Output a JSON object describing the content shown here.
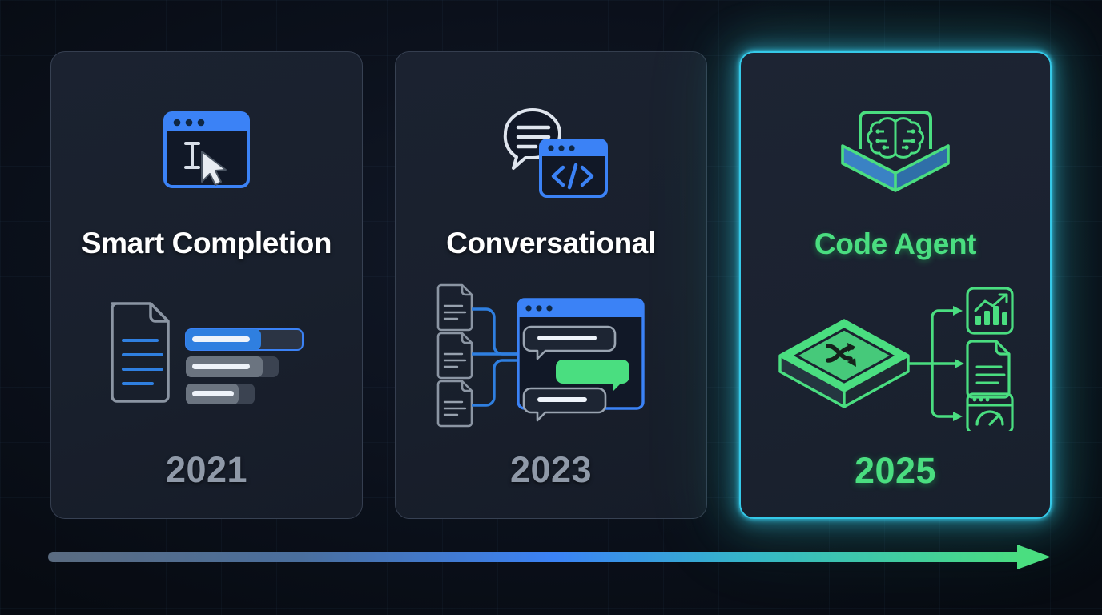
{
  "page": {
    "background_color": "#0a0f19",
    "grid_color": "#3c5a7d"
  },
  "timeline": {
    "name": "evolution-timeline-arrow",
    "direction": "left-to-right",
    "gradient_start": "#5a6b80",
    "gradient_mid": "#3b82f6",
    "gradient_end": "#4ade80"
  },
  "cards": [
    {
      "title": "Smart Completion",
      "year": "2021",
      "accent": "#3b82f6",
      "title_color": "#ffffff",
      "year_color": "#8f99a8",
      "highlighted": false,
      "top_icon": "editor-window-cursor-icon",
      "illustration": "document-with-suggestion-bars-illustration"
    },
    {
      "title": "Conversational",
      "year": "2023",
      "accent": "#3b82f6",
      "title_color": "#ffffff",
      "year_color": "#8f99a8",
      "highlighted": false,
      "top_icon": "chat-bubble-code-window-icon",
      "illustration": "documents-linked-to-chat-window-illustration"
    },
    {
      "title": "Code Agent",
      "year": "2025",
      "accent": "#4ade80",
      "title_color": "#4ade80",
      "year_color": "#4ade80",
      "highlighted": true,
      "border_color": "#35c9e8",
      "top_icon": "brain-in-open-box-icon",
      "illustration": "shuffle-box-branching-to-outputs-illustration"
    }
  ]
}
